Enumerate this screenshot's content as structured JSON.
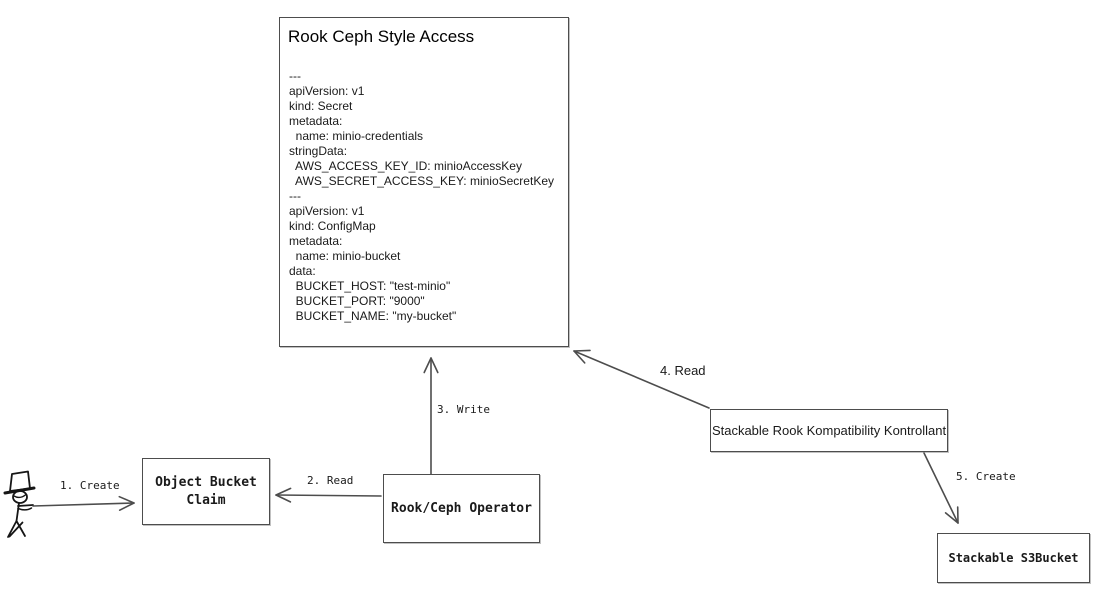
{
  "diagram": {
    "spec_box": {
      "title": "Rook Ceph Style Access",
      "yaml": "---\napiVersion: v1\nkind: Secret\nmetadata:\n  name: minio-credentials\nstringData:\n  AWS_ACCESS_KEY_ID: minioAccessKey\n  AWS_SECRET_ACCESS_KEY: minioSecretKey\n---\napiVersion: v1\nkind: ConfigMap\nmetadata:\n  name: minio-bucket\ndata:\n  BUCKET_HOST: \"test-minio\"\n  BUCKET_PORT: \"9000\"\n  BUCKET_NAME: \"my-bucket\""
    },
    "nodes": {
      "object_bucket_claim": "Object Bucket Claim",
      "rook_ceph_operator": "Rook/Ceph Operator",
      "stackable_controller": "Stackable Rook Kompatibility Kontrollant",
      "stackable_s3bucket": "Stackable S3Bucket"
    },
    "edges": {
      "create_claim": "1. Create",
      "read_claim": "2. Read",
      "write_spec": "3. Write",
      "read_spec": "4. Read",
      "create_bucket": "5. Create"
    },
    "colors": {
      "line": "#4d4d4d",
      "text": "#111111",
      "background": "#ffffff"
    }
  }
}
